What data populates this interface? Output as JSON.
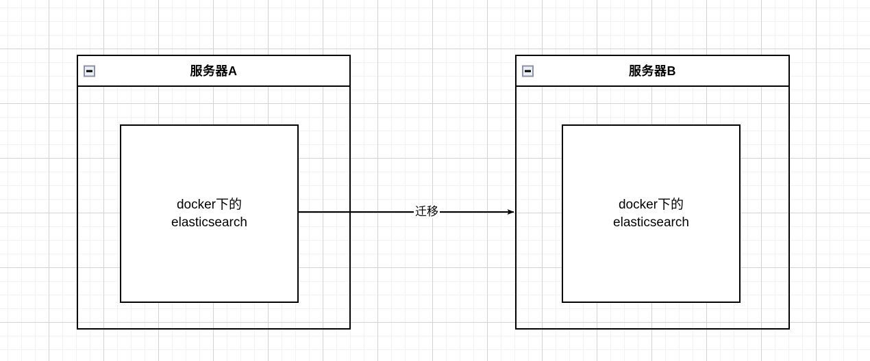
{
  "diagram": {
    "title": "",
    "containers": [
      {
        "id": "server-a",
        "title": "服务器A",
        "collapse_icon": "minus-icon",
        "service": {
          "id": "service-a",
          "label": "docker下的\nelasticsearch"
        }
      },
      {
        "id": "server-b",
        "title": "服务器B",
        "collapse_icon": "minus-icon",
        "service": {
          "id": "service-b",
          "label": "docker下的\nelasticsearch"
        }
      }
    ],
    "edges": [
      {
        "id": "migrate-edge",
        "label": "迁移",
        "from": "service-a",
        "to": "server-b",
        "arrowhead": "solid-triangle"
      }
    ],
    "colors": {
      "stroke": "#000000",
      "fill": "#ffffff",
      "grid_minor": "#f2f2f2",
      "grid_major": "#d2d2d2",
      "icon_border": "#8c92a8",
      "icon_fill": "#eceef2"
    }
  }
}
